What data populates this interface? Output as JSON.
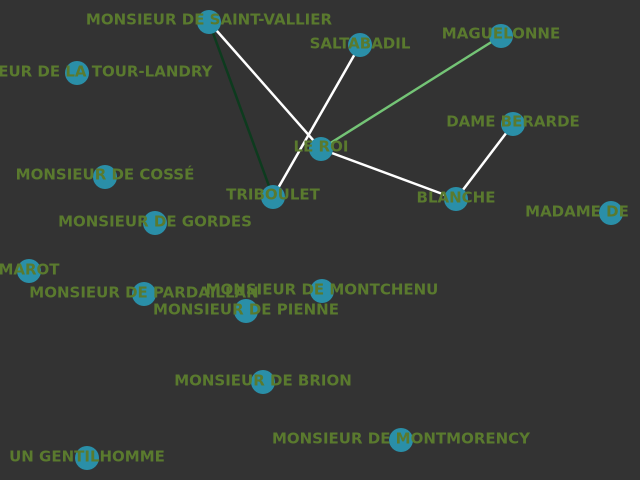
{
  "colors": {
    "background": "#333333",
    "node_fill": "#2a8fa8",
    "label_color": "#5a7a2e"
  },
  "nodes": [
    {
      "id": "saint-vallier",
      "label": "MONSIEUR DE SAINT-VALLIER"
    },
    {
      "id": "saltabadil",
      "label": "SALTABADIL"
    },
    {
      "id": "maguelonne",
      "label": "MAGUELONNE"
    },
    {
      "id": "la-tour-landry",
      "label": "MONSIEUR DE LA TOUR-LANDRY"
    },
    {
      "id": "dame-berarde",
      "label": "DAME BERARDE"
    },
    {
      "id": "le-roi",
      "label": "LE ROI"
    },
    {
      "id": "cosse",
      "label": "MONSIEUR DE COSSÉ"
    },
    {
      "id": "triboulet",
      "label": "TRIBOULET"
    },
    {
      "id": "blanche",
      "label": "BLANCHE"
    },
    {
      "id": "madame-de",
      "label": "MADAME DE"
    },
    {
      "id": "gordes",
      "label": "MONSIEUR DE GORDES"
    },
    {
      "id": "marot",
      "label": "MAROT"
    },
    {
      "id": "pardaillan",
      "label": "MONSIEUR DE PARDAILLAN"
    },
    {
      "id": "montchenu",
      "label": "MONSIEUR DE MONTCHENU"
    },
    {
      "id": "pienne",
      "label": "MONSIEUR DE PIENNE"
    },
    {
      "id": "brion",
      "label": "MONSIEUR DE BRION"
    },
    {
      "id": "montmorency",
      "label": "MONSIEUR DE MONTMORENCY"
    },
    {
      "id": "gentilhomme",
      "label": "UN GENTILHOMME"
    }
  ],
  "edges": [
    {
      "from": "saint-vallier",
      "to": "le-roi",
      "color": "#ffffff"
    },
    {
      "from": "saint-vallier",
      "to": "triboulet",
      "color": "#0d3b1e"
    },
    {
      "from": "saltabadil",
      "to": "triboulet",
      "color": "#ffffff"
    },
    {
      "from": "maguelonne",
      "to": "le-roi",
      "color": "#74c476"
    },
    {
      "from": "le-roi",
      "to": "blanche",
      "color": "#ffffff"
    },
    {
      "from": "dame-berarde",
      "to": "blanche",
      "color": "#ffffff"
    }
  ]
}
